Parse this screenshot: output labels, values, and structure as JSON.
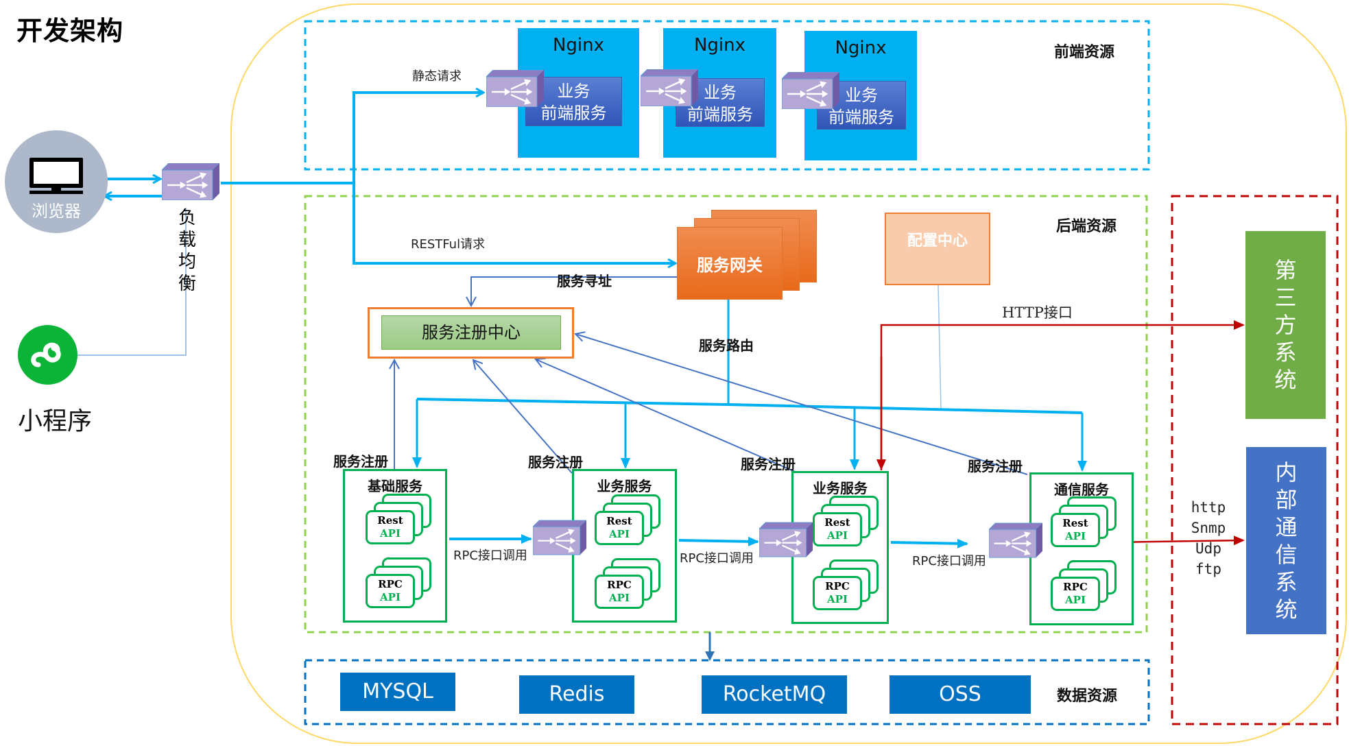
{
  "title": "开发架构",
  "clients": {
    "browser": {
      "label": "浏览器",
      "icon": "monitor-icon"
    },
    "mini_program": {
      "label": "小程序",
      "icon": "mini-program-icon"
    }
  },
  "load_balancer": {
    "label_line1": "负 载",
    "label_line2": "均 衡",
    "icon": "load-balancer-icon"
  },
  "regions": {
    "frontend": "前端资源",
    "backend": "后端资源",
    "data": "数据资源"
  },
  "frontend": {
    "nginx_label": "Nginx",
    "nodes": [
      {
        "nginx": "Nginx",
        "service_line1": "业务",
        "service_line2": "前端服务"
      },
      {
        "nginx": "Nginx",
        "service_line1": "业务",
        "service_line2": "前端服务"
      },
      {
        "nginx": "Nginx",
        "service_line1": "业务",
        "service_line2": "前端服务"
      }
    ]
  },
  "edges": {
    "static_request": "静态请求",
    "restful_request": "RESTFul请求",
    "service_addressing": "服务寻址",
    "service_routing": "服务路由",
    "service_registration": "服务注册",
    "rpc_call": "RPC接口调用",
    "http_interface": "HTTP接口"
  },
  "backend": {
    "gateway": "服务网关",
    "config_center": "配置中心",
    "registry": "服务注册中心",
    "services": [
      {
        "name": "基础服务",
        "rest": "Rest",
        "rpc": "RPC",
        "api": "API"
      },
      {
        "name": "业务服务",
        "rest": "Rest",
        "rpc": "RPC",
        "api": "API"
      },
      {
        "name": "业务服务",
        "rest": "Rest",
        "rpc": "RPC",
        "api": "API"
      },
      {
        "name": "通信服务",
        "rest": "Rest",
        "rpc": "RPC",
        "api": "API"
      }
    ]
  },
  "data_stores": [
    "MYSQL",
    "Redis",
    "RocketMQ",
    "OSS"
  ],
  "external": {
    "third_party": [
      "第",
      "三",
      "方",
      "系",
      "统"
    ],
    "internal_comm": [
      "内",
      "部",
      "通",
      "信",
      "系",
      "统"
    ],
    "protocols": [
      "http",
      "Snmp",
      "Udp",
      "ftp"
    ]
  },
  "colors": {
    "flow": "#00b0f0",
    "registration": "#4472c4",
    "external_link": "#c00000",
    "frontend_border": "#00b0f0",
    "backend_border": "#92d050",
    "data_border": "#0070c0",
    "external_border": "#c00000",
    "outer_border": "#ffd966"
  }
}
